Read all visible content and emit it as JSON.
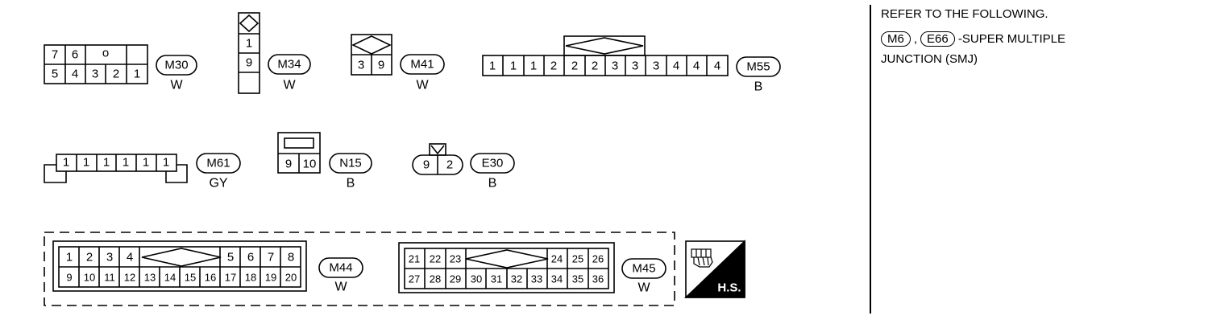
{
  "connectors": [
    {
      "id": "M30",
      "color": "W",
      "rows": [
        [
          "7",
          "6",
          "o",
          ""
        ],
        [
          "5",
          "4",
          "3",
          "2",
          "1"
        ]
      ]
    },
    {
      "id": "M34",
      "color": "W",
      "pins": [
        "1",
        "9"
      ]
    },
    {
      "id": "M41",
      "color": "W",
      "pins": [
        "3",
        "9"
      ]
    },
    {
      "id": "M55",
      "color": "B",
      "pins": [
        "1",
        "1",
        "1",
        "2",
        "2",
        "2",
        "3",
        "3",
        "3",
        "4",
        "4",
        "4"
      ]
    },
    {
      "id": "M61",
      "color": "GY",
      "pins": [
        "1",
        "1",
        "1",
        "1",
        "1",
        "1"
      ]
    },
    {
      "id": "N15",
      "color": "B",
      "pins": [
        "9",
        "10"
      ]
    },
    {
      "id": "E30",
      "color": "B",
      "pins": [
        "9",
        "2"
      ]
    },
    {
      "id": "M44",
      "color": "W",
      "row1_left": [
        "1",
        "2",
        "3",
        "4"
      ],
      "row1_right": [
        "5",
        "6",
        "7",
        "8"
      ],
      "row2": [
        "9",
        "10",
        "11",
        "12",
        "13",
        "14",
        "15",
        "16",
        "17",
        "18",
        "19",
        "20"
      ]
    },
    {
      "id": "M45",
      "color": "W",
      "row1_left": [
        "21",
        "22",
        "23"
      ],
      "row1_right": [
        "24",
        "25",
        "26"
      ],
      "row2": [
        "27",
        "28",
        "29",
        "30",
        "31",
        "32",
        "33",
        "34",
        "35",
        "36"
      ]
    }
  ],
  "hs_badge": "H.S.",
  "note": {
    "line1": "REFER TO THE FOLLOWING.",
    "ref1": "M6",
    "sep": ",",
    "ref2": "E66",
    "line2_tail": "-SUPER MULTIPLE",
    "line3": "JUNCTION (SMJ)"
  }
}
